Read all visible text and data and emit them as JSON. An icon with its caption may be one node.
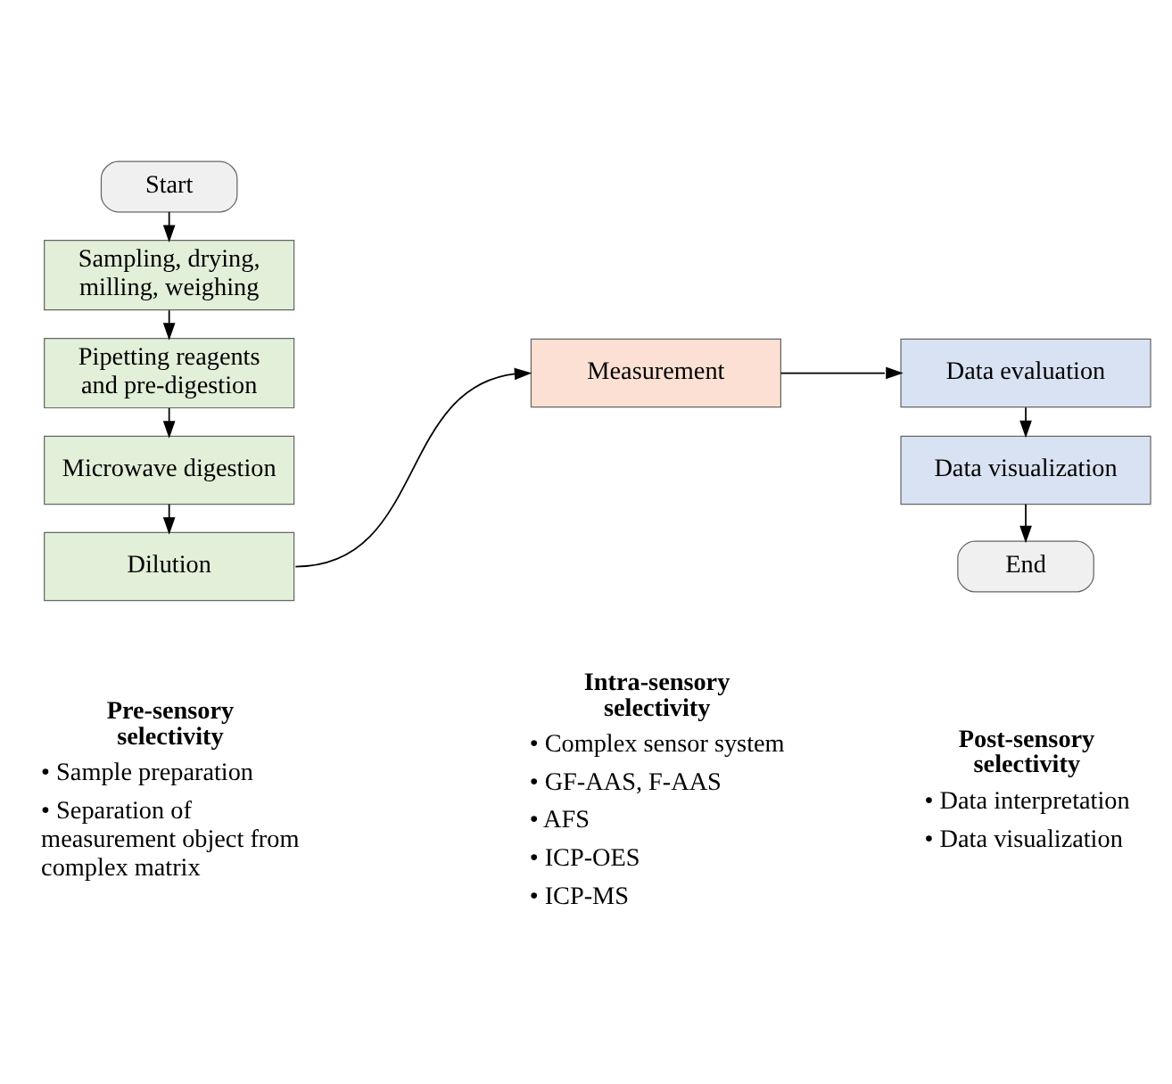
{
  "diagram": {
    "nodes": [
      {
        "text": [
          "Start"
        ]
      },
      {
        "text": [
          "Sampling, drying, milling, weighing"
        ]
      },
      {
        "text": [
          "Pipetting reagents and pre-digestion"
        ]
      },
      {
        "text": [
          "Microwave digestion"
        ]
      },
      {
        "text": [
          "Dilution"
        ]
      },
      {
        "text": [
          "Measurement"
        ]
      },
      {
        "text": [
          "Data evaluation"
        ]
      },
      {
        "text": [
          "Data visualization"
        ]
      },
      {
        "text": [
          "End"
        ]
      }
    ],
    "edges": [
      {
        "from": 0,
        "to": 1,
        "arrow": "to"
      },
      {
        "from": 1,
        "to": 2,
        "arrow": "to"
      },
      {
        "from": 2,
        "to": 3,
        "arrow": "to"
      },
      {
        "from": 3,
        "to": 4,
        "arrow": "to"
      },
      {
        "from": 4,
        "to": 5,
        "arrow": "to"
      },
      {
        "from": 5,
        "to": 6,
        "arrow": "to"
      },
      {
        "from": 6,
        "to": 7,
        "arrow": "to"
      },
      {
        "from": 7,
        "to": 8,
        "arrow": "to"
      }
    ],
    "labels": [
      "Pre-sensory selectivity",
      "• Sample preparation",
      "• Separation of measurement object from complex matrix",
      "Intra-sensory selectivity",
      "• Complex sensor system",
      "• GF-AAS, F-AAS",
      "• AFS",
      "• ICP-OES",
      "• ICP-MS",
      "Post-sensory selectivity",
      "• Data interpretation",
      "• Data visualization"
    ]
  }
}
